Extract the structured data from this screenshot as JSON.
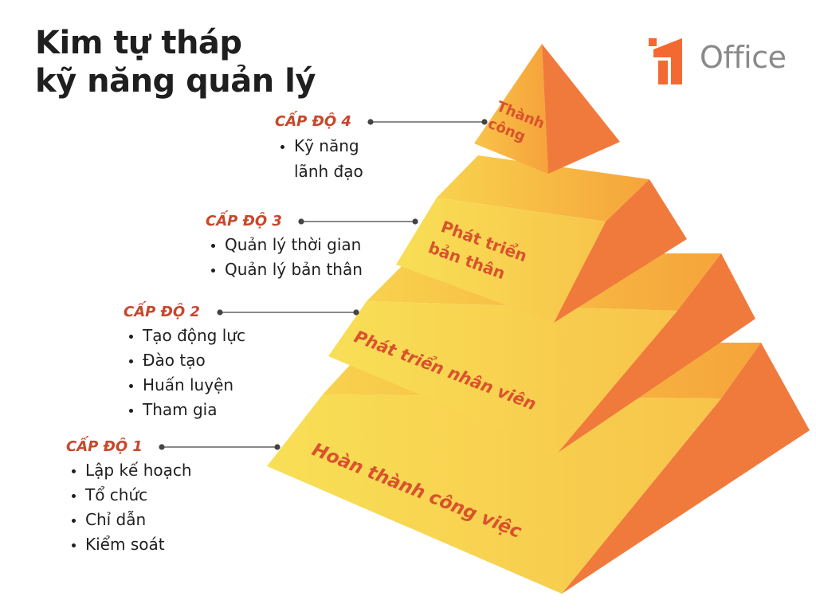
{
  "title": {
    "line1": "Kim tự tháp",
    "line2": "kỹ năng quản lý"
  },
  "logo": {
    "text": "Office",
    "colors": {
      "mark": "#f26a32",
      "text": "#8a8a8a"
    }
  },
  "tiers": [
    {
      "label_line1": "Thành",
      "label_line2": "công"
    },
    {
      "label_line1": "Phát triển",
      "label_line2": "bản thân"
    },
    {
      "label_line1": "Phát triển nhân viên"
    },
    {
      "label_line1": "Hoàn thành công việc"
    }
  ],
  "levels": [
    {
      "title": "CẤP ĐỘ 4",
      "items": [
        "Kỹ năng",
        "lãnh đạo"
      ]
    },
    {
      "title": "CẤP ĐỘ 3",
      "items": [
        "Quản lý thời gian",
        "Quản lý bản thân"
      ]
    },
    {
      "title": "CẤP ĐỘ 2",
      "items": [
        "Tạo động lực",
        "Đào tạo",
        "Huấn luyện",
        "Tham gia"
      ]
    },
    {
      "title": "CẤP ĐỘ 1",
      "items": [
        "Lập kế hoạch",
        "Tổ chức",
        "Chỉ dẫn",
        "Kiểm soát"
      ]
    }
  ],
  "colors": {
    "face_light": "#f8dc52",
    "face_dark": "#f7b040",
    "side": "#f07a3c",
    "tier_text": "#d9522e",
    "level_title": "#c8472b",
    "connector": "#444444"
  }
}
